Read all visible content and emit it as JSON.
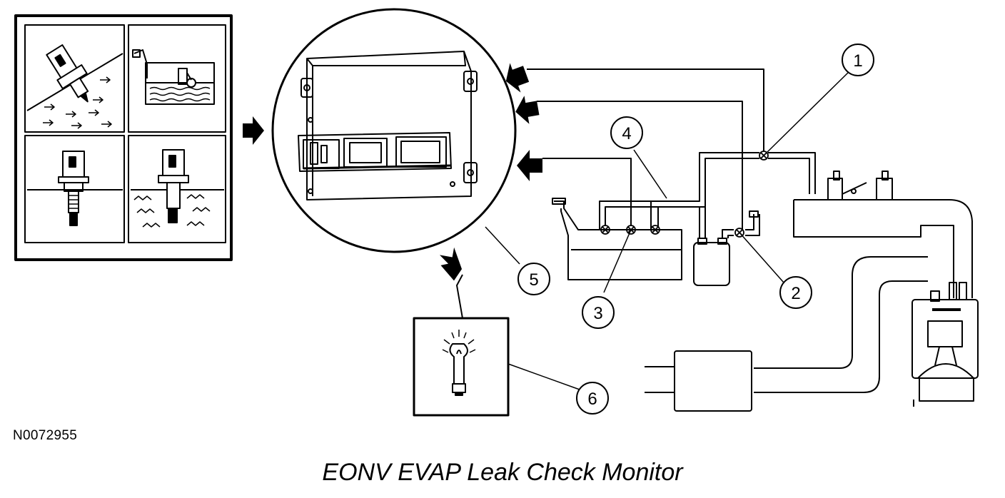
{
  "figure_id": "N0072955",
  "caption": "EONV EVAP Leak Check Monitor",
  "callouts": [
    "1",
    "2",
    "3",
    "4",
    "5",
    "6"
  ],
  "colors": {
    "ink": "#000000",
    "paper": "#ffffff"
  },
  "icons": [
    "sensor-panel-icon",
    "fuel-level-panel-icon",
    "temperature-sensor-panel-icon",
    "immersed-sensor-panel-icon",
    "pcm-module-icon",
    "indicator-lamp-icon",
    "fuel-tank-icon",
    "canister-icon",
    "engine-icon",
    "muffler-icon"
  ]
}
